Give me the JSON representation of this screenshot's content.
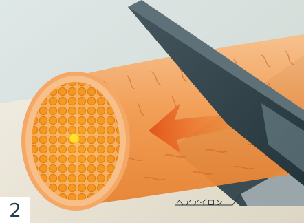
{
  "step_number": "2",
  "label": {
    "text": "ヘアアイロン"
  },
  "icons": {
    "arrow": "arrow-left-icon",
    "hair": "hair-strand-illustration",
    "iron": "hair-iron-plate"
  },
  "colors": {
    "background": "#e9e3d2",
    "hair_light": "#f6a45a",
    "hair_dark": "#e0761f",
    "core": "#ffd21a",
    "iron_dark": "#2c3c44",
    "arrow": "#e0621a"
  }
}
